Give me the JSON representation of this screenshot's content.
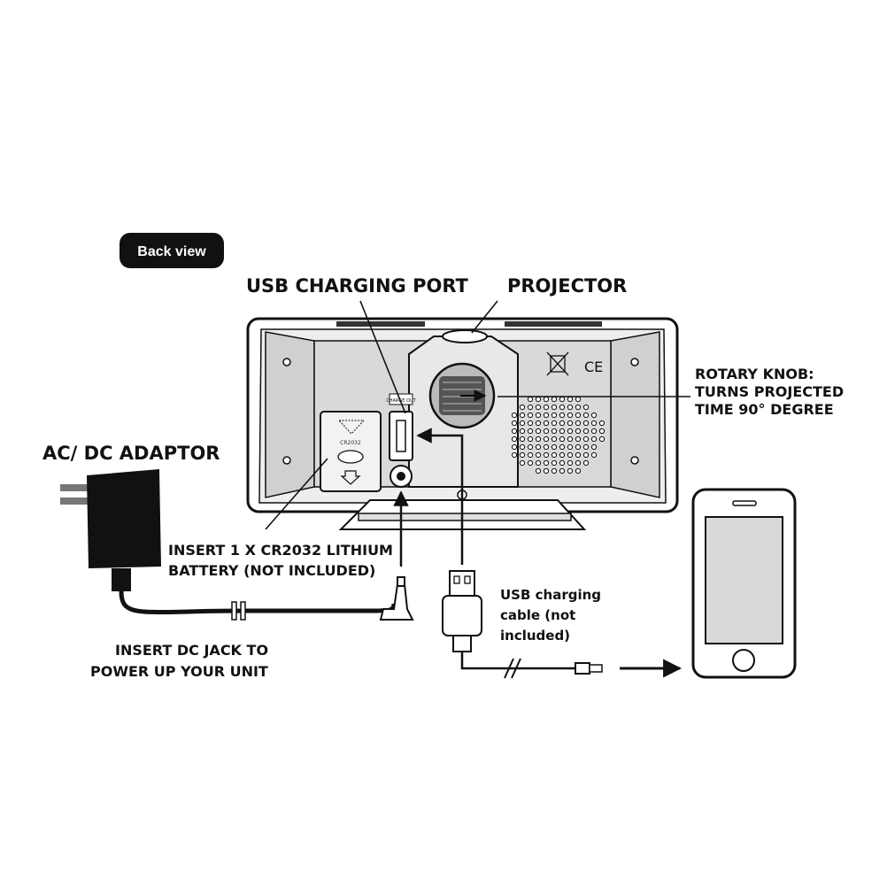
{
  "badge": {
    "text": "Back view"
  },
  "labels": {
    "usb_port": "USB CHARGING PORT",
    "projector": "PROJECTOR",
    "rotary_1": "ROTARY KNOB:",
    "rotary_2": "TURNS PROJECTED",
    "rotary_3": "TIME 90° DEGREE",
    "adaptor": "AC/ DC ADAPTOR",
    "battery_1": "INSERT 1 X CR2032 LITHIUM",
    "battery_2": "BATTERY (NOT INCLUDED)",
    "dc_1": "INSERT DC JACK TO",
    "dc_2": "POWER UP YOUR UNIT",
    "cable_1": "USB charging",
    "cable_2": "cable (not",
    "cable_3": "included)"
  },
  "device_marks": {
    "battery_compartment_text": "CR2032",
    "port_label_text": "CHARGE OUT",
    "ce_mark": "CE"
  },
  "colors": {
    "ink": "#111111",
    "panel": "#d9d9d9",
    "badge_bg": "#111111",
    "badge_text": "#ffffff"
  }
}
